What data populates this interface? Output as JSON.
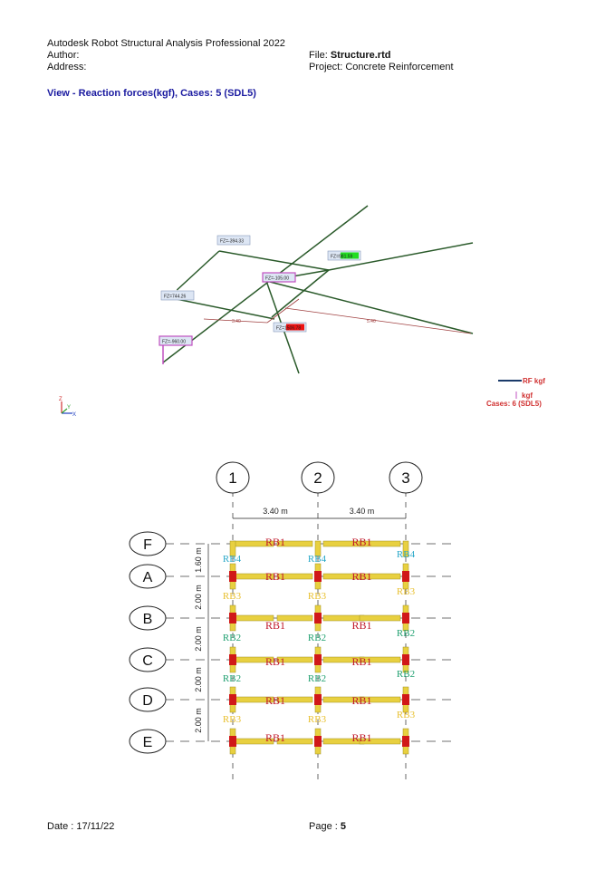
{
  "header": {
    "app": "Autodesk Robot Structural Analysis Professional 2022",
    "author_label": "Author:",
    "address_label": "Address:",
    "file_label": "File:",
    "file_name": "Structure.rtd",
    "project_label": "Project:",
    "project_name": "Concrete Reinforcement"
  },
  "view_title": "View - Reaction forces(kgf), Cases: 5 (SDL5)",
  "model3d": {
    "labels": [
      {
        "text": "FZ=-394.33",
        "hl": ""
      },
      {
        "text": "FZ=981.59",
        "hl": "#22dd22"
      },
      {
        "text": "FZ=-105.00",
        "hl": ""
      },
      {
        "text": "FZ=744.26",
        "hl": ""
      },
      {
        "text": "FZ=1506.78",
        "hl": "#ee1111"
      },
      {
        "text": "FZ=-960.00",
        "hl": ""
      }
    ],
    "dims": [
      "3.40",
      "5.40"
    ],
    "axes": {
      "z": "Z",
      "y": "Y",
      "x": "X"
    }
  },
  "legend": {
    "rf": "RF kgf",
    "unit": "kgf",
    "cases": "Cases: 6 (SDL5)"
  },
  "plan": {
    "columns": [
      "1",
      "2",
      "3"
    ],
    "col_dims": [
      "3.40 m",
      "3.40 m"
    ],
    "rows": [
      "F",
      "A",
      "B",
      "C",
      "D",
      "E"
    ],
    "row_dims": [
      "1.60 m",
      "2.00 m",
      "2.00 m",
      "2.00 m",
      "2.00 m"
    ],
    "beam_h": "RB1",
    "beam_v": [
      "RB4",
      "RB3",
      "RB2",
      "RB2",
      "RB3"
    ],
    "colors": {
      "RB1": "#c0182a",
      "RB4": "#2aa8c8",
      "RB3": "#e8c030",
      "RB2": "#20a070"
    }
  },
  "footer": {
    "date_label": "Date : ",
    "date": "17/11/22",
    "page_label": "Page : ",
    "page": "5"
  }
}
